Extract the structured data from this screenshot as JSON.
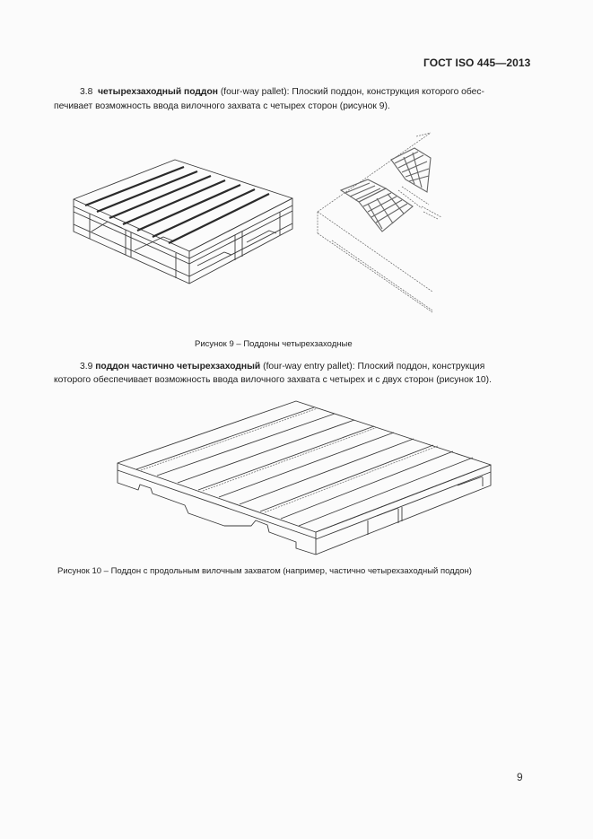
{
  "header": {
    "standard_code": "ГОСТ ISO 445—2013"
  },
  "section_3_8": {
    "number": "3.8",
    "term": "четырехзаходный поддон",
    "english": "(four-way pallet)",
    "definition_line1": ": Плоский поддон, конструкция которого  обес-",
    "definition_line2": "печивает возможность  ввода  вилочного захвата  с  четырех  сторон (рисунок  9)."
  },
  "figure_9": {
    "caption": "Рисунок  9  –  Поддоны четырехзаходные",
    "images": [
      {
        "name": "wooden-four-way-pallet",
        "description": "isometric wooden pallet with deck boards"
      },
      {
        "name": "plastic-grid-pallet-corner",
        "description": "corner of plastic pallet with grid deck"
      }
    ]
  },
  "section_3_9": {
    "number": "3.9",
    "term": "поддон частично четырехзаходный",
    "english": "(four-way entry pallet)",
    "definition_line1": ": Плоский поддон, конструкция",
    "definition_line2": "которого обеспечивает возможность ввода вилочного захвата с четырех и с двух  сторон (рисунок 10)."
  },
  "figure_10": {
    "caption": "Рисунок 10 – Поддон с  продольным  вилочным  захватом  (например, частично четырехзаходный поддон)",
    "images": [
      {
        "name": "partial-four-way-pallet",
        "description": "isometric pallet with notched stringers"
      }
    ]
  },
  "footer": {
    "page_number": "9"
  }
}
